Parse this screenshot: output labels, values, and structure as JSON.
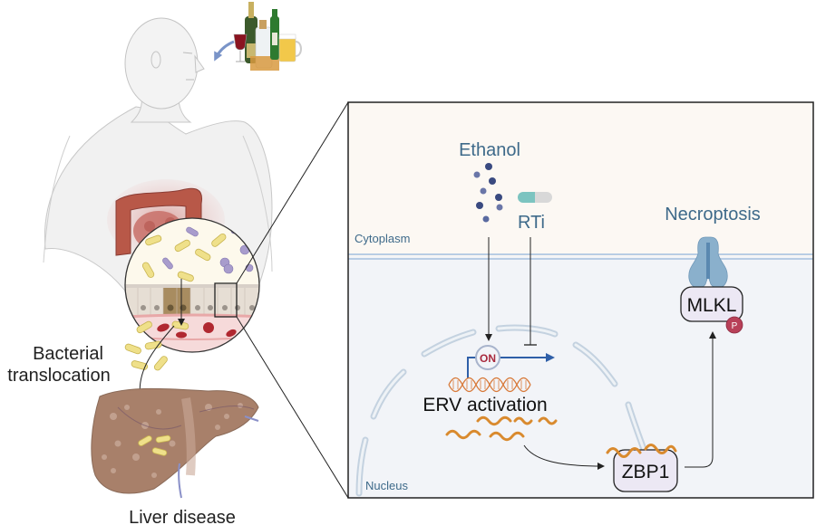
{
  "figure": {
    "left_panel": {
      "label_bacterial_line1": "Bacterial",
      "label_bacterial_line2": "translocation",
      "label_liver": "Liver disease"
    },
    "zoom_panel": {
      "label_ethanol": "Ethanol",
      "label_rti": "RTi",
      "label_necroptosis": "Necroptosis",
      "label_cytoplasm": "Cytoplasm",
      "label_nucleus": "Nucleus",
      "label_on": "ON",
      "label_erv": "ERV activation",
      "label_mlkl": "MLKL",
      "label_phospho": "P",
      "label_zbp1": "ZBP1"
    },
    "colors": {
      "cytoplasm_bg": "#fcf8f3",
      "nucleus_bg": "#f2f4f8",
      "membrane": "#b8cde4",
      "label_blue": "#3e6a8a",
      "rna_orange": "#d98a2e",
      "phospho_red": "#b84058",
      "promoter_blue": "#2f5fa8",
      "on_red": "#a8283c",
      "bacteria_yellow": "#efe08a",
      "bacteria_purple": "#a89ccc",
      "liver_brown": "#a8806a",
      "colon_red": "#b85848"
    }
  }
}
